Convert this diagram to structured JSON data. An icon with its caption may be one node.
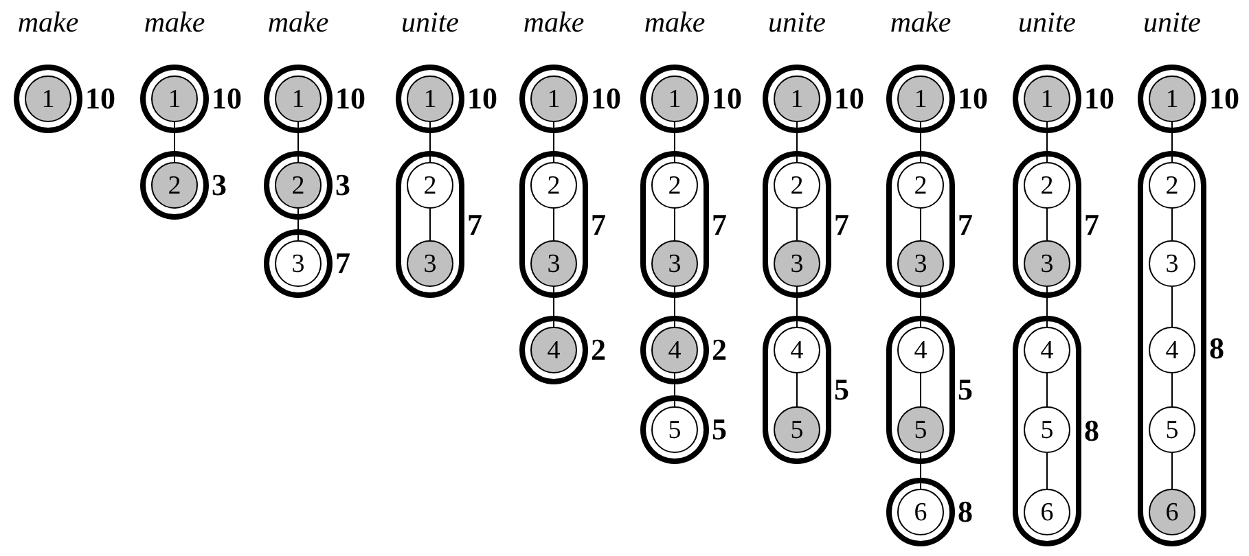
{
  "diagram": {
    "nodes": [
      {
        "text": [],
        "shape": "capsule",
        "beside": [
          "10"
        ]
      },
      {
        "text": [
          "1"
        ],
        "in": 0
      },
      {
        "text": [],
        "shape": "capsule",
        "beside": [
          "10"
        ]
      },
      {
        "text": [
          "1"
        ],
        "in": 2
      },
      {
        "text": [],
        "shape": "capsule",
        "beside": [
          "3"
        ]
      },
      {
        "text": [
          "2"
        ],
        "in": 4
      },
      {
        "text": [],
        "shape": "capsule",
        "beside": [
          "10"
        ]
      },
      {
        "text": [
          "1"
        ],
        "in": 6
      },
      {
        "text": [],
        "shape": "capsule",
        "beside": [
          "3"
        ]
      },
      {
        "text": [
          "2"
        ],
        "in": 8
      },
      {
        "text": [],
        "shape": "capsule",
        "beside": [
          "7"
        ]
      },
      {
        "text": [
          "3"
        ],
        "in": 10
      },
      {
        "text": [],
        "shape": "capsule",
        "beside": [
          "10"
        ]
      },
      {
        "text": [
          "1"
        ],
        "in": 12
      },
      {
        "text": [],
        "shape": "capsule",
        "beside": [
          "7"
        ]
      },
      {
        "text": [
          "2"
        ],
        "in": 14
      },
      {
        "text": [
          "3"
        ],
        "in": 14
      },
      {
        "text": [],
        "shape": "capsule",
        "beside": [
          "10"
        ]
      },
      {
        "text": [
          "1"
        ],
        "in": 17
      },
      {
        "text": [],
        "shape": "capsule",
        "beside": [
          "7"
        ]
      },
      {
        "text": [
          "2"
        ],
        "in": 19
      },
      {
        "text": [
          "3"
        ],
        "in": 19
      },
      {
        "text": [],
        "shape": "capsule",
        "beside": [
          "2"
        ]
      },
      {
        "text": [
          "4"
        ],
        "in": 22
      },
      {
        "text": [],
        "shape": "capsule",
        "beside": [
          "10"
        ]
      },
      {
        "text": [
          "1"
        ],
        "in": 24
      },
      {
        "text": [],
        "shape": "capsule",
        "beside": [
          "7"
        ]
      },
      {
        "text": [
          "2"
        ],
        "in": 26
      },
      {
        "text": [
          "3"
        ],
        "in": 26
      },
      {
        "text": [],
        "shape": "capsule",
        "beside": [
          "2"
        ]
      },
      {
        "text": [
          "4"
        ],
        "in": 29
      },
      {
        "text": [],
        "shape": "capsule",
        "beside": [
          "5"
        ]
      },
      {
        "text": [
          "5"
        ],
        "in": 31
      },
      {
        "text": [],
        "shape": "capsule",
        "beside": [
          "10"
        ]
      },
      {
        "text": [
          "1"
        ],
        "in": 33
      },
      {
        "text": [],
        "shape": "capsule",
        "beside": [
          "7"
        ]
      },
      {
        "text": [
          "2"
        ],
        "in": 35
      },
      {
        "text": [
          "3"
        ],
        "in": 35
      },
      {
        "text": [],
        "shape": "capsule",
        "beside": [
          "5"
        ]
      },
      {
        "text": [
          "4"
        ],
        "in": 38
      },
      {
        "text": [
          "5"
        ],
        "in": 38
      },
      {
        "text": [],
        "shape": "capsule",
        "beside": [
          "10"
        ]
      },
      {
        "text": [
          "1"
        ],
        "in": 41
      },
      {
        "text": [],
        "shape": "capsule",
        "beside": [
          "7"
        ]
      },
      {
        "text": [
          "2"
        ],
        "in": 43
      },
      {
        "text": [
          "3"
        ],
        "in": 43
      },
      {
        "text": [],
        "shape": "capsule",
        "beside": [
          "5"
        ]
      },
      {
        "text": [
          "4"
        ],
        "in": 46
      },
      {
        "text": [
          "5"
        ],
        "in": 46
      },
      {
        "text": [],
        "shape": "capsule",
        "beside": [
          "8"
        ]
      },
      {
        "text": [
          "6"
        ],
        "in": 49
      },
      {
        "text": [],
        "shape": "capsule",
        "beside": [
          "10"
        ]
      },
      {
        "text": [
          "1"
        ],
        "in": 51
      },
      {
        "text": [],
        "shape": "capsule",
        "beside": [
          "7"
        ]
      },
      {
        "text": [
          "2"
        ],
        "in": 53
      },
      {
        "text": [
          "3"
        ],
        "in": 53
      },
      {
        "text": [],
        "shape": "capsule",
        "beside": [
          "8"
        ]
      },
      {
        "text": [
          "4"
        ],
        "in": 56
      },
      {
        "text": [
          "5"
        ],
        "in": 56
      },
      {
        "text": [
          "6"
        ],
        "in": 56
      },
      {
        "text": [],
        "shape": "capsule",
        "beside": [
          "10"
        ]
      },
      {
        "text": [
          "1"
        ],
        "in": 60
      },
      {
        "text": [],
        "shape": "capsule",
        "beside": [
          "8"
        ]
      },
      {
        "text": [
          "2"
        ],
        "in": 62
      },
      {
        "text": [
          "3"
        ],
        "in": 62
      },
      {
        "text": [
          "4"
        ],
        "in": 62
      },
      {
        "text": [
          "5"
        ],
        "in": 62
      },
      {
        "text": [
          "6"
        ],
        "in": 62
      }
    ],
    "edges": [
      {
        "from": 3,
        "to": 5,
        "arrow": "none"
      },
      {
        "from": 7,
        "to": 9,
        "arrow": "none"
      },
      {
        "from": 9,
        "to": 11,
        "arrow": "none"
      },
      {
        "from": 13,
        "to": 15,
        "arrow": "none"
      },
      {
        "from": 15,
        "to": 16,
        "arrow": "none"
      },
      {
        "from": 18,
        "to": 20,
        "arrow": "none"
      },
      {
        "from": 20,
        "to": 21,
        "arrow": "none"
      },
      {
        "from": 21,
        "to": 23,
        "arrow": "none"
      },
      {
        "from": 25,
        "to": 27,
        "arrow": "none"
      },
      {
        "from": 27,
        "to": 28,
        "arrow": "none"
      },
      {
        "from": 28,
        "to": 30,
        "arrow": "none"
      },
      {
        "from": 30,
        "to": 32,
        "arrow": "none"
      },
      {
        "from": 34,
        "to": 36,
        "arrow": "none"
      },
      {
        "from": 36,
        "to": 37,
        "arrow": "none"
      },
      {
        "from": 37,
        "to": 39,
        "arrow": "none"
      },
      {
        "from": 39,
        "to": 40,
        "arrow": "none"
      },
      {
        "from": 42,
        "to": 44,
        "arrow": "none"
      },
      {
        "from": 44,
        "to": 45,
        "arrow": "none"
      },
      {
        "from": 45,
        "to": 47,
        "arrow": "none"
      },
      {
        "from": 47,
        "to": 48,
        "arrow": "none"
      },
      {
        "from": 48,
        "to": 50,
        "arrow": "none"
      },
      {
        "from": 52,
        "to": 54,
        "arrow": "none"
      },
      {
        "from": 54,
        "to": 55,
        "arrow": "none"
      },
      {
        "from": 55,
        "to": 57,
        "arrow": "none"
      },
      {
        "from": 57,
        "to": 58,
        "arrow": "none"
      },
      {
        "from": 58,
        "to": 59,
        "arrow": "none"
      },
      {
        "from": 61,
        "to": 63,
        "arrow": "none"
      },
      {
        "from": 63,
        "to": 64,
        "arrow": "none"
      },
      {
        "from": 64,
        "to": 65,
        "arrow": "none"
      },
      {
        "from": 65,
        "to": 66,
        "arrow": "none"
      },
      {
        "from": 66,
        "to": 67,
        "arrow": "none"
      }
    ],
    "labels": [
      "make",
      "make",
      "make",
      "unite",
      "make",
      "make",
      "unite",
      "make",
      "unite",
      "unite"
    ]
  }
}
